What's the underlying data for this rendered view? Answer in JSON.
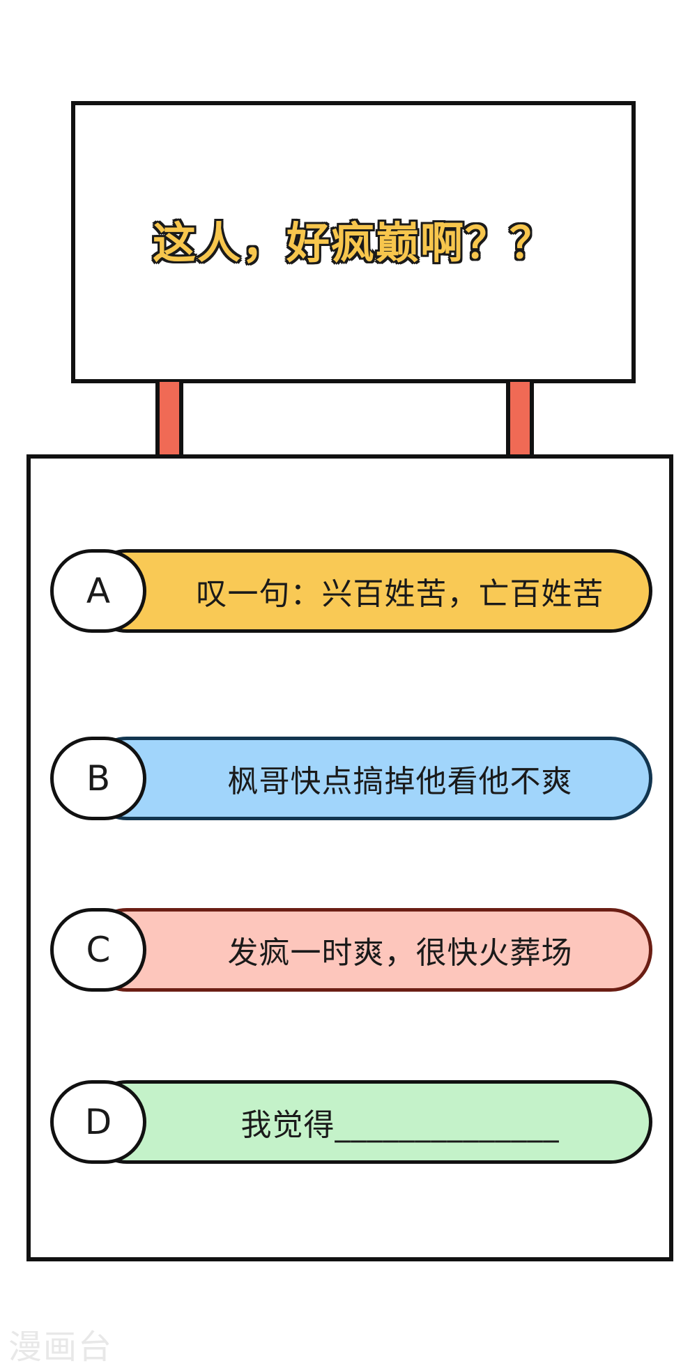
{
  "sign": {
    "title": "这人，好疯巅啊？？"
  },
  "options": [
    {
      "letter": "A",
      "text": "叹一句：兴百姓苦，亡百姓苦",
      "color": "#f9c955",
      "border_color": "#111111"
    },
    {
      "letter": "B",
      "text": "枫哥快点搞掉他看他不爽",
      "color": "#a1d5fb",
      "border_color": "#12354f"
    },
    {
      "letter": "C",
      "text": "发疯一时爽，很快火葬场",
      "color": "#fdc6bc",
      "border_color": "#6b1e14"
    },
    {
      "letter": "D",
      "text": "我觉得______________",
      "color": "#c4f2c9",
      "border_color": "#111111"
    }
  ],
  "colors": {
    "post": "#f06a55",
    "title_fill": "#f7c64d"
  },
  "watermark": "漫画台"
}
